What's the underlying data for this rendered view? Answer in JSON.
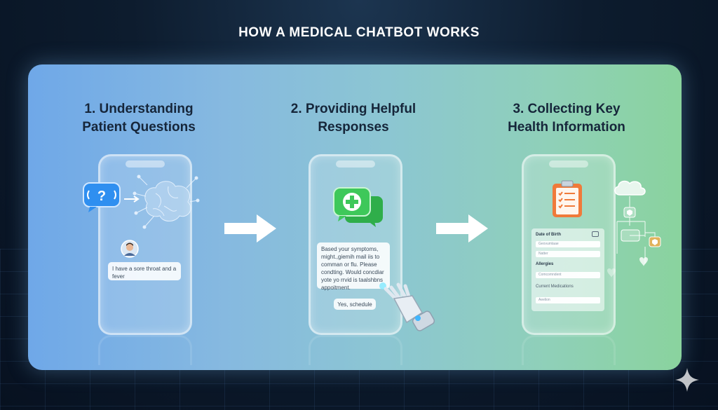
{
  "title": "HOW A MEDICAL CHATBOT WORKS",
  "steps": [
    {
      "title_line1": "1. Understanding",
      "title_line2": "Patient Questions",
      "patient_message": "I have a sore throat and a fever"
    },
    {
      "title_line1": "2. Providing Helpful",
      "title_line2": "Responses",
      "bot_message": "Based your symptoms, might.,giemih mail iis to comman or flu. Please condting. Would concdiar yote yo rrvid is taalshbns appoitment.",
      "reply_button": "Yes, schedule"
    },
    {
      "title_line1": "3. Collecting Key",
      "title_line2": "Health Information",
      "form": {
        "date_of_birth_label": "Date of Birth",
        "dob_field1": "Geovumtaae",
        "dob_field2": "Natter",
        "allergies_label": "Allergies",
        "allergies_field": "Comcomndent",
        "medications_label": "Current Medications",
        "medications_field": "Aeelion"
      }
    }
  ],
  "icons": {
    "question": "question-speech-bubble-icon",
    "brain": "brain-network-icon",
    "avatar": "patient-avatar-icon",
    "medical_chat": "medical-cross-chat-icon",
    "robot_hand": "robot-hand-icon",
    "clipboard": "clipboard-checklist-icon",
    "cloud": "cloud-network-icon",
    "sparkle": "sparkle-icon"
  },
  "colors": {
    "panel_left": "#6fa8e8",
    "panel_right": "#8ad39e",
    "question_blue": "#2f8ff0",
    "medical_green": "#3ec85a",
    "clipboard_orange": "#f07a3a"
  }
}
